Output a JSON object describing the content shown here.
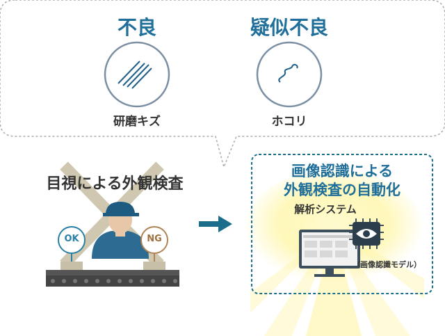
{
  "bubble": {
    "defect": {
      "title": "不良",
      "label": "研磨キズ"
    },
    "pseudo": {
      "title": "疑似不良",
      "label": "ホコリ"
    }
  },
  "left": {
    "title": "目視による外観検査",
    "ok_label": "OK",
    "ng_label": "NG"
  },
  "right": {
    "title_line1": "画像認識による",
    "title_line2": "外観検査の自動化",
    "system_label": "解析システム",
    "model_label": "（画像認識モデル）"
  },
  "colors": {
    "accent_blue": "#1f6f9a",
    "teal": "#1a6d8b",
    "dashed_gray": "#aaaaaa",
    "icon_circle": "#7a8ea4",
    "ok_border": "#2a7fa6",
    "ng_border": "#b08356",
    "cross": "#c9c0a8",
    "glow": "#fff6a8"
  }
}
